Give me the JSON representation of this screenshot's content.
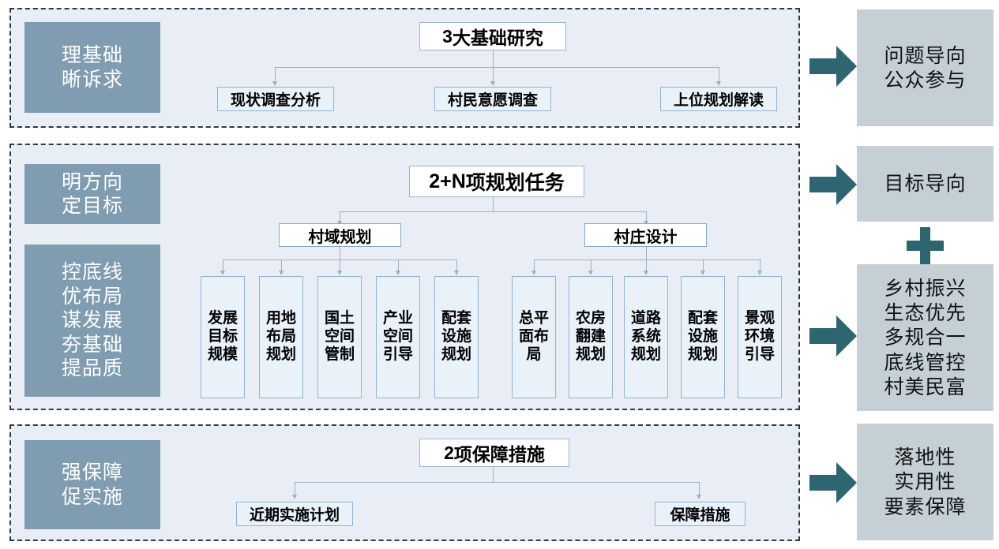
{
  "colors": {
    "frame_bg": "#e9eef6",
    "frame_border": "#2b3a4a",
    "slate": "#7f9cb0",
    "teal": "#2d6670",
    "outcome_panel": "#c4d0d6",
    "leaf_bg": "#e9f1f9",
    "node_border": "#8fb4d6",
    "connector": "#9ab0c4"
  },
  "sections": [
    {
      "id": "foundation",
      "slate_lines": [
        "理基础",
        "晰诉求"
      ],
      "head": {
        "num": "3",
        "rest": "大基础研究"
      },
      "children": [
        "现状调查分析",
        "村民意愿调查",
        "上位规划解读"
      ],
      "outcome": {
        "lines": [
          "问题导向",
          "公众参与"
        ]
      }
    },
    {
      "id": "tasks",
      "slate_lines_top": [
        "明方向",
        "定目标"
      ],
      "slate_lines_bottom": [
        "控底线",
        "优布局",
        "谋发展",
        "夯基础",
        "提品质"
      ],
      "head": {
        "num": "2+N",
        "rest": "项规划任务"
      },
      "branches": [
        {
          "label": "村域规划",
          "leaves": [
            [
              "发展",
              "目标",
              "规模"
            ],
            [
              "用地",
              "布局",
              "规划"
            ],
            [
              "国土",
              "空间",
              "管制"
            ],
            [
              "产业",
              "空间",
              "引导"
            ],
            [
              "配套",
              "设施",
              "规划"
            ]
          ]
        },
        {
          "label": "村庄设计",
          "leaves": [
            [
              "总平",
              "面布",
              "局"
            ],
            [
              "农房",
              "翻建",
              "规划"
            ],
            [
              "道路",
              "系统",
              "规划"
            ],
            [
              "配套",
              "设施",
              "规划"
            ],
            [
              "景观",
              "环境",
              "引导"
            ]
          ]
        }
      ],
      "outcome_top": {
        "lines": [
          "目标导向"
        ]
      },
      "outcome_bottom": {
        "lines": [
          "乡村振兴",
          "生态优先",
          "多规合一",
          "底线管控",
          "村美民富"
        ]
      },
      "plus_symbol": "+"
    },
    {
      "id": "guarantee",
      "slate_lines": [
        "强保障",
        "促实施"
      ],
      "head": {
        "num": "2",
        "rest": "项保障措施"
      },
      "children": [
        "近期实施计划",
        "保障措施"
      ],
      "outcome": {
        "lines": [
          "落地性",
          "实用性",
          "要素保障"
        ]
      }
    }
  ]
}
